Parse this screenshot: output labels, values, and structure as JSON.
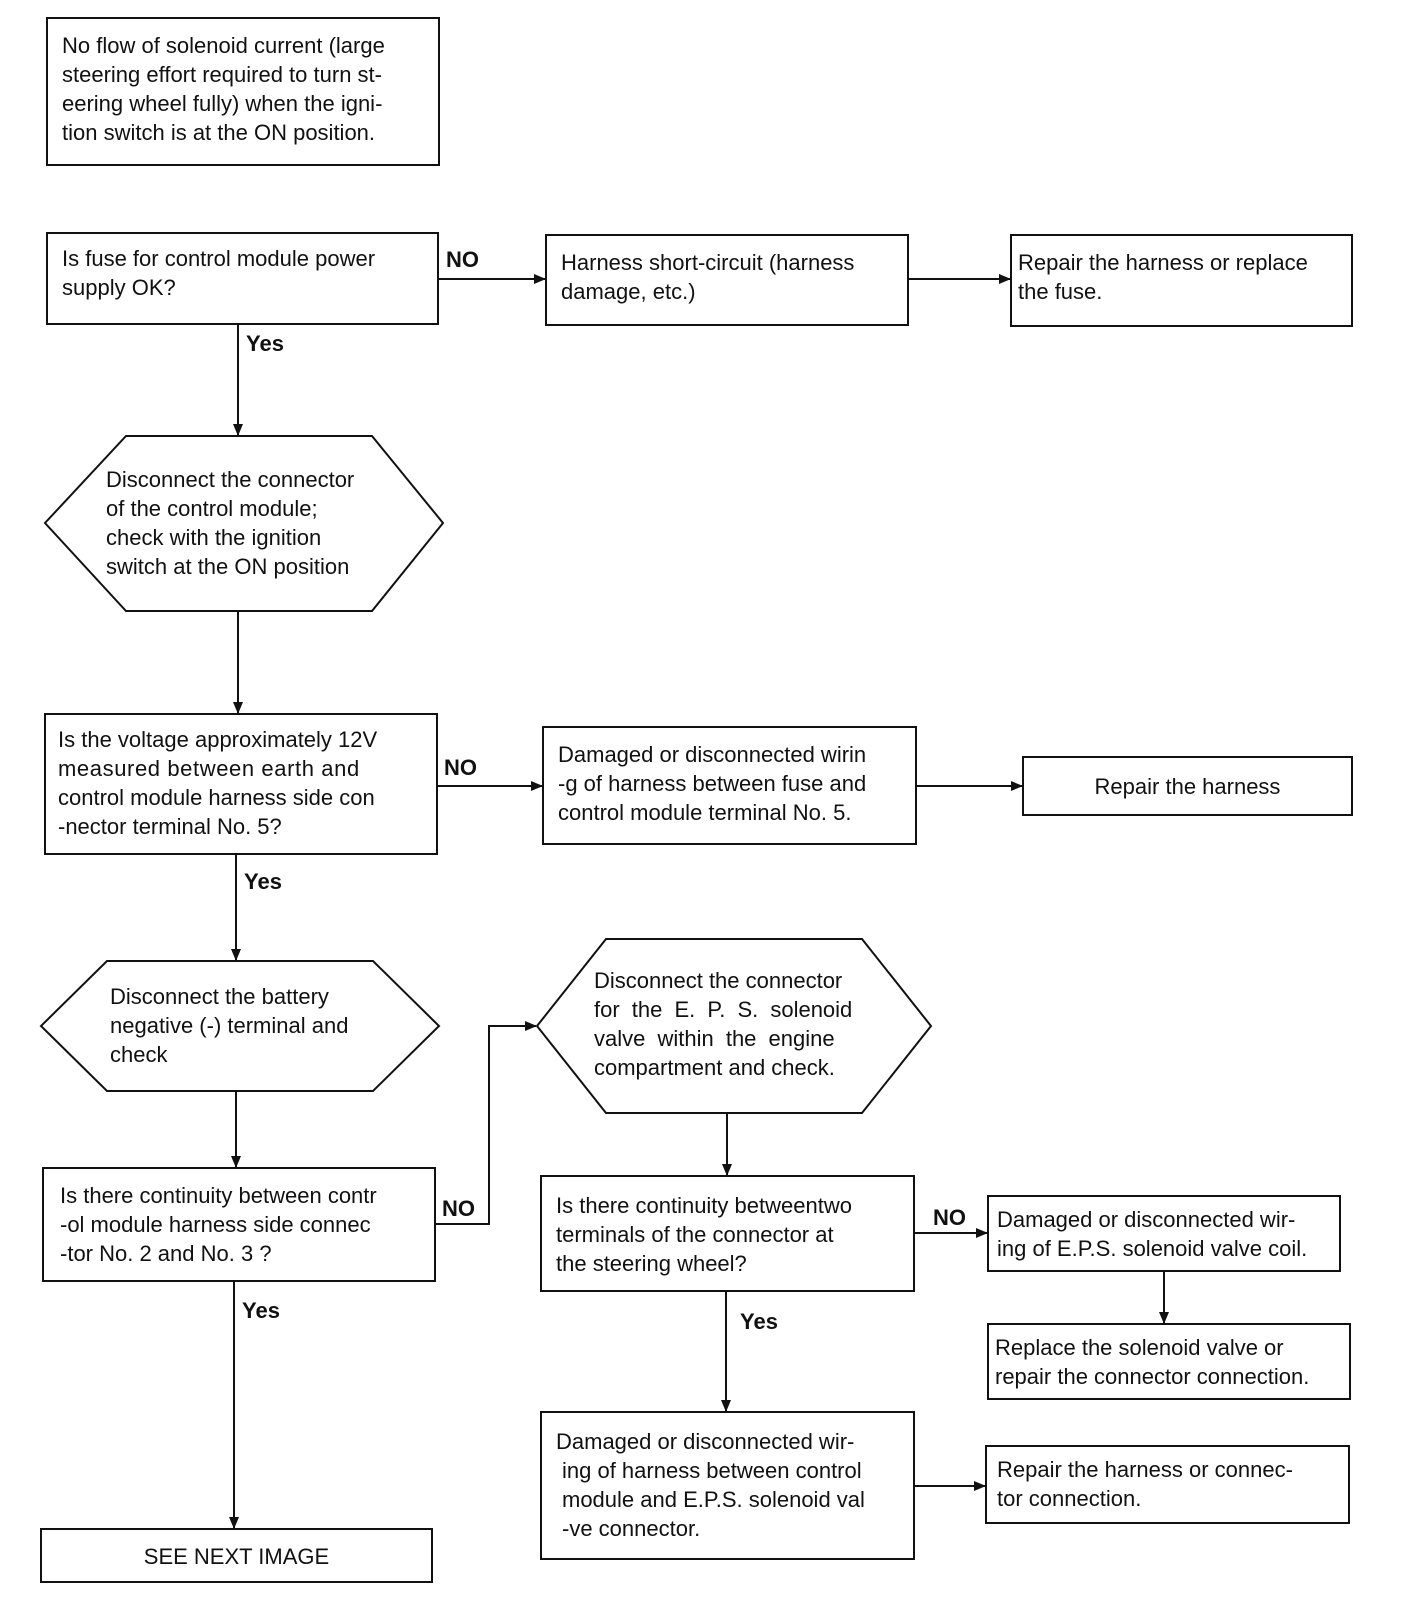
{
  "nodes": {
    "start": "No flow of solenoid current (large steering effort required to turn st-eering wheel fully) when the igni-tion switch is at the ON position.",
    "q_fuse": "Is fuse for control module power supply OK?",
    "r_short": "Harness short-circuit (harness damage, etc.)",
    "a_repair_fuse": "Repair the harness or replace the fuse.",
    "s_disconnect_cm": "Disconnect the connector of the control module; check with the ignition switch at the ON position",
    "q_voltage": "Is the voltage approximately 12V measured between earth and control module harness side con-nector terminal No. 5?",
    "r_wiring_fuse": "Damaged or disconnected wirin-g of harness between fuse and control module terminal No. 5.",
    "a_repair_harness": "Repair the harness",
    "s_disconnect_batt": "Disconnect the battery negative (-) terminal and check",
    "s_disconnect_eps": "Disconnect the connector for the E. P. S. solenoid valve within the engine compartment and check.",
    "q_cont_23": "Is there continuity between contr-ol module harness side connec-tor No. 2 and No. 3 ?",
    "q_cont_two": "Is there continuity betweentwo terminals of the connector at the steering wheel?",
    "r_coil": "Damaged or disconnected wir-ing of E.P.S. solenoid valve coil.",
    "a_replace_valve": "Replace the solenoid valve or repair the connector connection.",
    "r_wiring_eps": "Damaged or disconnected wir-ing of harness between control module and E.P.S. solenoid val-ve connector.",
    "a_repair_conn": "Repair the harness or connec-tor connection.",
    "next": "SEE NEXT IMAGE"
  },
  "start_lines": [
    "No flow of solenoid current (large",
    "steering effort required to turn st-",
    "eering wheel fully) when the igni-",
    "tion switch is at the ON position."
  ],
  "q_fuse_lines": [
    "Is fuse for control module power",
    "supply OK?"
  ],
  "r_short_lines": [
    "Harness short-circuit (harness",
    "damage, etc.)"
  ],
  "a_repair_fuse_lines": [
    "Repair the harness or replace",
    "the fuse."
  ],
  "s_disconnect_cm_lines": [
    "Disconnect the connector",
    "of the control module;",
    "check with the ignition",
    "switch at the ON position"
  ],
  "q_voltage_lines": [
    "Is the voltage approximately 12V",
    "measured between earth and",
    "control module harness side con",
    "-nector terminal No. 5?"
  ],
  "r_wiring_fuse_lines": [
    "Damaged or disconnected wirin",
    "-g of harness between fuse and",
    "control module terminal No. 5."
  ],
  "s_disconnect_batt_lines": [
    "Disconnect the battery",
    "negative (-) terminal and",
    "check"
  ],
  "s_disconnect_eps_lines": [
    "Disconnect the connector",
    "for the E. P. S. solenoid",
    "valve within the engine",
    "compartment and check."
  ],
  "q_cont_23_lines": [
    "Is there continuity between contr",
    "-ol module harness side connec",
    "-tor No. 2 and No. 3 ?"
  ],
  "q_cont_two_lines": [
    "Is there continuity betweentwo",
    "terminals of the connector at",
    "the steering wheel?"
  ],
  "r_coil_lines": [
    "Damaged or disconnected wir-",
    "ing of E.P.S. solenoid valve coil."
  ],
  "a_replace_valve_lines": [
    "Replace the solenoid valve or",
    "repair the connector connection."
  ],
  "r_wiring_eps_lines": [
    "Damaged or disconnected wir-",
    "ing of harness between control",
    "module and E.P.S. solenoid val",
    "-ve connector."
  ],
  "a_repair_conn_lines": [
    "Repair the harness or connec-",
    "tor connection."
  ],
  "labels": {
    "no": "NO",
    "yes": "Yes"
  }
}
